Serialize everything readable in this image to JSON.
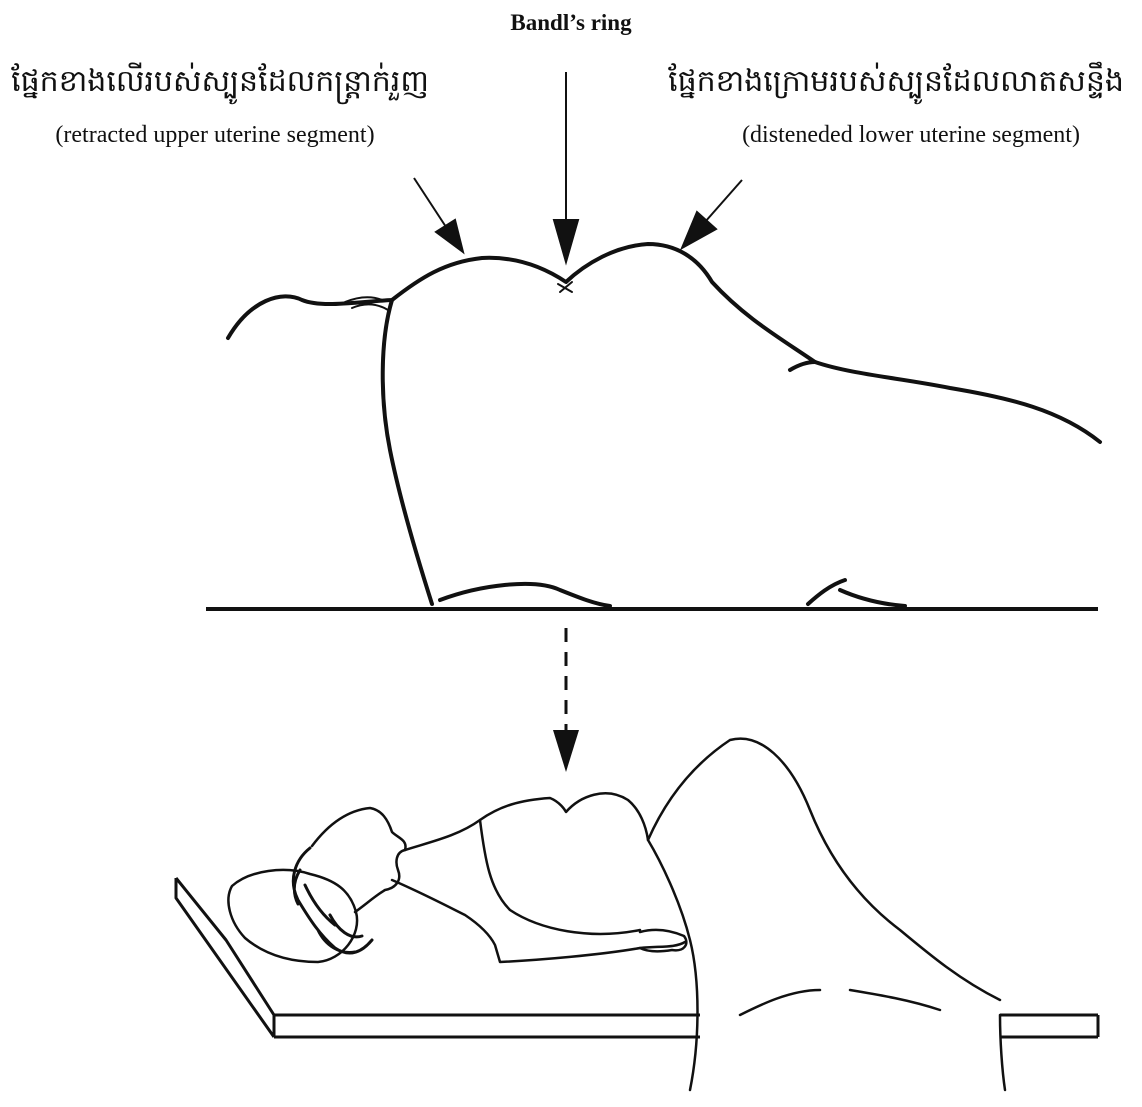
{
  "diagram": {
    "title": "Bandl’s ring",
    "upper_segment": {
      "label_khmer": "ផ្នែកខាងលើរបស់ស្បូនដែលកន្ត្រាក់រួញ",
      "label_english": "(retracted upper uterine segment)"
    },
    "lower_segment": {
      "label_khmer": "ផ្នែកខាងក្រោមរបស់ស្បូនដែលលាតសន្ទឹង",
      "label_english": "(disteneded lower uterine segment)"
    }
  }
}
